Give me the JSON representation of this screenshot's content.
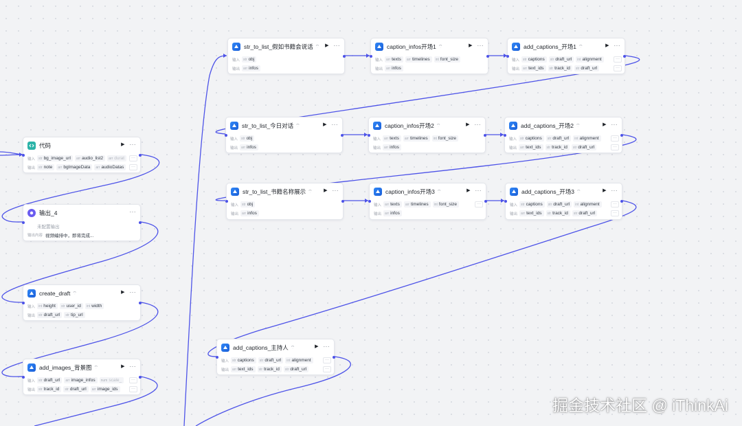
{
  "colors": {
    "edge": "#4d53e8",
    "canvas": "#f2f3f5",
    "port": "#4d53e8"
  },
  "io_labels": {
    "input": "输入",
    "output": "输出",
    "output_content": "输出内容"
  },
  "nodes": {
    "str1": {
      "title": "str_to_list_假如书籍会说话",
      "icon": "plugin-icon",
      "inputs": [
        {
          "type": "str",
          "name": "obj"
        }
      ],
      "outputs": [
        {
          "type": "arr",
          "name": "infos"
        }
      ]
    },
    "cap1": {
      "title": "caption_infos开场1",
      "icon": "plugin-icon",
      "inputs": [
        {
          "type": "arr",
          "name": "texts"
        },
        {
          "type": "arr",
          "name": "timelines"
        },
        {
          "type": "int",
          "name": "font_size"
        }
      ],
      "outputs": [
        {
          "type": "arr",
          "name": "infos"
        }
      ]
    },
    "add1": {
      "title": "add_captions_开场1",
      "icon": "plugin-icon",
      "inputs": [
        {
          "type": "str",
          "name": "captions"
        },
        {
          "type": "str",
          "name": "draft_url"
        },
        {
          "type": "int",
          "name": "alignment"
        }
      ],
      "outputs": [
        {
          "type": "arr",
          "name": "text_ids"
        },
        {
          "type": "str",
          "name": "track_id"
        },
        {
          "type": "str",
          "name": "draft_url"
        }
      ]
    },
    "str2": {
      "title": "str_to_list_今日对话",
      "icon": "plugin-icon",
      "inputs": [
        {
          "type": "str",
          "name": "obj"
        }
      ],
      "outputs": [
        {
          "type": "arr",
          "name": "infos"
        }
      ]
    },
    "cap2": {
      "title": "caption_infos开场2",
      "icon": "plugin-icon",
      "inputs": [
        {
          "type": "arr",
          "name": "texts"
        },
        {
          "type": "arr",
          "name": "timelines"
        },
        {
          "type": "int",
          "name": "font_size"
        }
      ],
      "outputs": [
        {
          "type": "arr",
          "name": "infos"
        }
      ]
    },
    "add2": {
      "title": "add_captions_开场2",
      "icon": "plugin-icon",
      "inputs": [
        {
          "type": "str",
          "name": "captions"
        },
        {
          "type": "str",
          "name": "draft_url"
        },
        {
          "type": "int",
          "name": "alignment"
        }
      ],
      "outputs": [
        {
          "type": "arr",
          "name": "text_ids"
        },
        {
          "type": "str",
          "name": "track_id"
        },
        {
          "type": "str",
          "name": "draft_url"
        }
      ]
    },
    "str3": {
      "title": "str_to_list_书籍名称展示",
      "icon": "plugin-icon",
      "inputs": [
        {
          "type": "str",
          "name": "obj"
        }
      ],
      "outputs": [
        {
          "type": "arr",
          "name": "infos"
        }
      ]
    },
    "cap3": {
      "title": "caption_infos开场3",
      "icon": "plugin-icon",
      "inputs": [
        {
          "type": "arr",
          "name": "texts"
        },
        {
          "type": "arr",
          "name": "timelines"
        },
        {
          "type": "int",
          "name": "font_size"
        }
      ],
      "outputs": [
        {
          "type": "arr",
          "name": "infos"
        }
      ]
    },
    "add3": {
      "title": "add_captions_开场3",
      "icon": "plugin-icon",
      "inputs": [
        {
          "type": "str",
          "name": "captions"
        },
        {
          "type": "str",
          "name": "draft_url"
        },
        {
          "type": "int",
          "name": "alignment"
        }
      ],
      "outputs": [
        {
          "type": "arr",
          "name": "text_ids"
        },
        {
          "type": "str",
          "name": "track_id"
        },
        {
          "type": "str",
          "name": "draft_url"
        }
      ]
    },
    "code": {
      "title": "代码",
      "icon": "code-icon",
      "inputs": [
        {
          "type": "str",
          "name": "bg_image_url"
        },
        {
          "type": "arr",
          "name": "audio_list2"
        },
        {
          "type": "arr",
          "name": "durat"
        }
      ],
      "outputs": [
        {
          "type": "str",
          "name": "note"
        },
        {
          "type": "arr",
          "name": "bgImageData"
        },
        {
          "type": "arr",
          "name": "audioDatas"
        }
      ]
    },
    "out4": {
      "title": "输出_4",
      "icon": "output-icon",
      "vars_text": "未配置输出",
      "content_text": "视频编排中，即将完成..."
    },
    "draft": {
      "title": "create_draft",
      "icon": "plugin-icon",
      "inputs": [
        {
          "type": "int",
          "name": "height"
        },
        {
          "type": "str",
          "name": "user_id"
        },
        {
          "type": "int",
          "name": "width"
        }
      ],
      "outputs": [
        {
          "type": "str",
          "name": "draft_url"
        },
        {
          "type": "str",
          "name": "tip_url"
        }
      ]
    },
    "addimg": {
      "title": "add_images_背景图",
      "icon": "plugin-icon",
      "inputs": [
        {
          "type": "str",
          "name": "draft_url"
        },
        {
          "type": "arr",
          "name": "image_infos"
        },
        {
          "type": "num",
          "name": "scale_"
        }
      ],
      "outputs": [
        {
          "type": "str",
          "name": "track_id"
        },
        {
          "type": "str",
          "name": "draft_url"
        },
        {
          "type": "arr",
          "name": "image_ids"
        }
      ]
    },
    "host": {
      "title": "add_captions_主持人",
      "icon": "plugin-icon",
      "inputs": [
        {
          "type": "str",
          "name": "captions"
        },
        {
          "type": "str",
          "name": "draft_url"
        },
        {
          "type": "int",
          "name": "alignment"
        }
      ],
      "outputs": [
        {
          "type": "arr",
          "name": "text_ids"
        },
        {
          "type": "str",
          "name": "track_id"
        },
        {
          "type": "str",
          "name": "draft_url"
        }
      ]
    }
  },
  "watermark": "掘金技术社区 @ iThinkAi"
}
